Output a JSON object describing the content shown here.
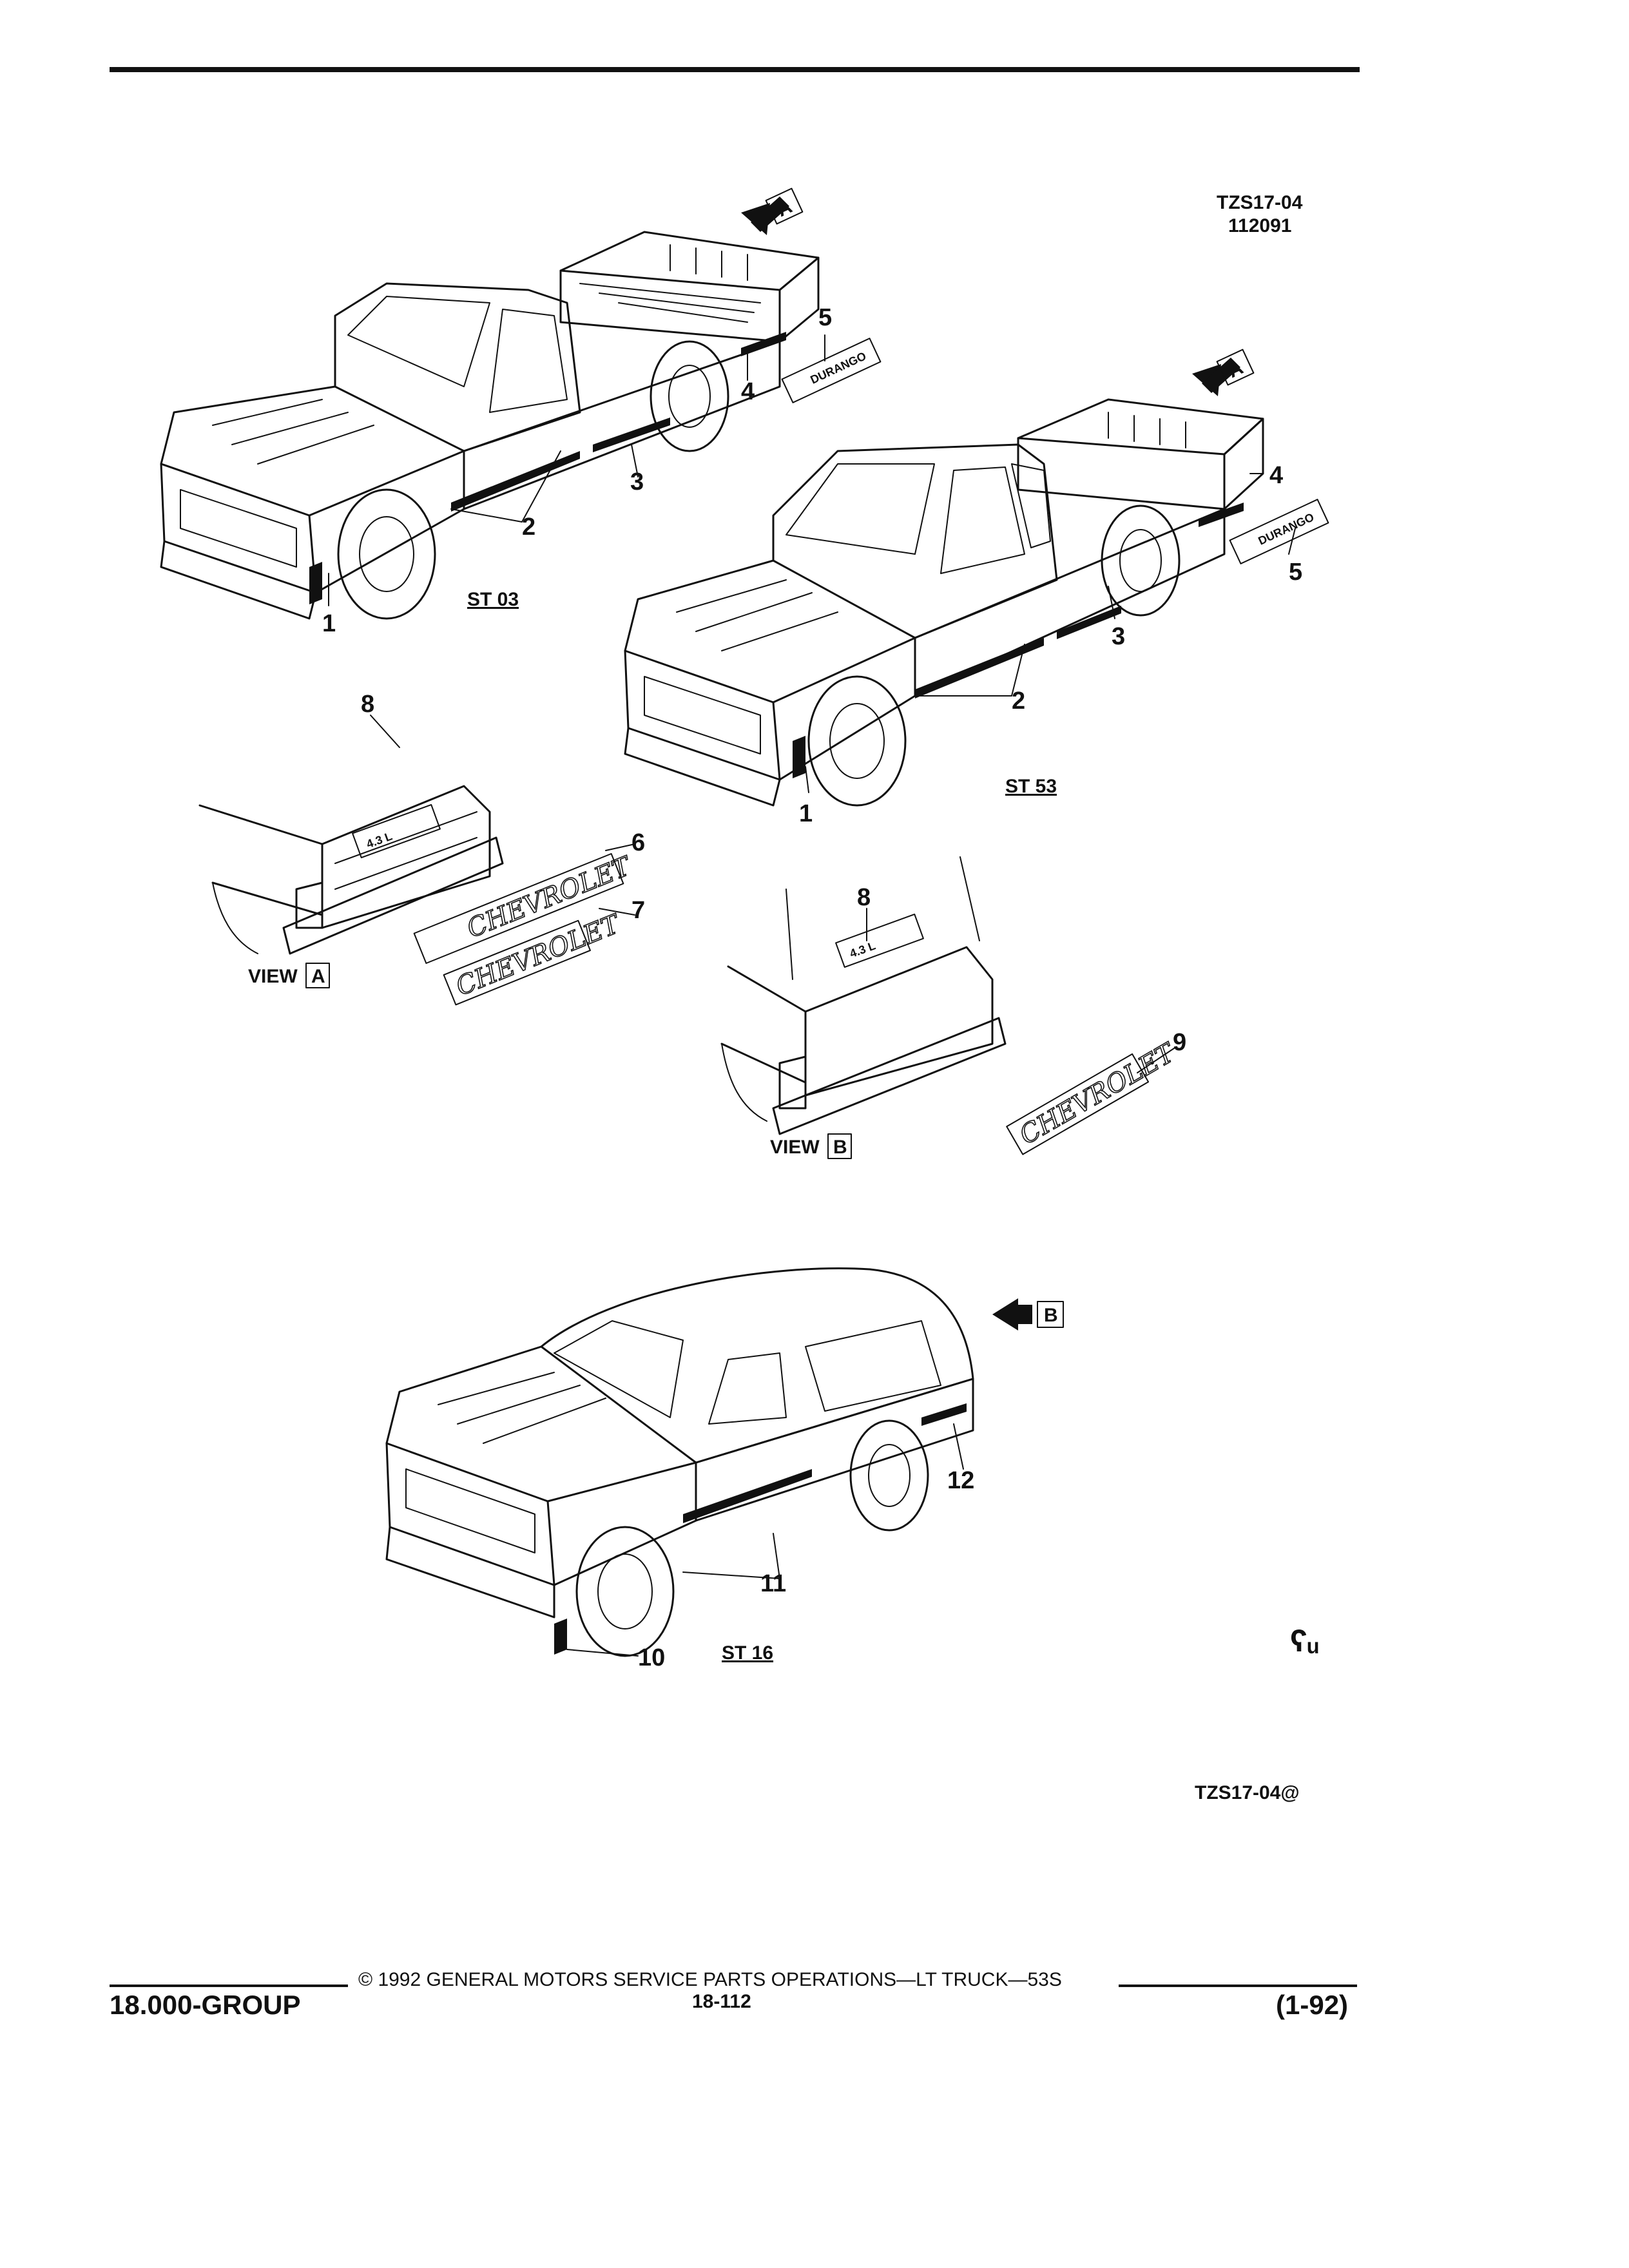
{
  "header": {
    "code": "TZS17-04",
    "number": "112091"
  },
  "figures": {
    "st03": "ST 03",
    "st53": "ST 53",
    "st16": "ST 16",
    "view_a_word": "VIEW",
    "view_a_letter": "A",
    "view_b_word": "VIEW",
    "view_b_letter": "B",
    "arrow_a1": "A",
    "arrow_a2": "A",
    "arrow_b": "B"
  },
  "callouts": {
    "c1a": "1",
    "c2a": "2",
    "c3a": "3",
    "c4a": "4",
    "c5a": "5",
    "c1b": "1",
    "c2b": "2",
    "c3b": "3",
    "c4b": "4",
    "c5b": "5",
    "c6": "6",
    "c7": "7",
    "c8a": "8",
    "c8b": "8",
    "c9": "9",
    "c10": "10",
    "c11": "11",
    "c12": "12"
  },
  "emblems": {
    "durango1": "DURANGO",
    "durango2": "DURANGO",
    "chevrolet6": "CHEVROLET",
    "chevrolet7": "CHEVROLET",
    "chevrolet9": "CHEVROLET",
    "badge8a": "4.3 L",
    "badge8b": "4.3 L"
  },
  "ref_code": "TZS17-04@",
  "gm_mark": "ʕᵤ",
  "footer": {
    "left": "18.000-GROUP",
    "copyright": "© 1992 GENERAL MOTORS SERVICE PARTS OPERATIONS—LT TRUCK—53S",
    "page": "18-112",
    "date": "(1-92)"
  }
}
